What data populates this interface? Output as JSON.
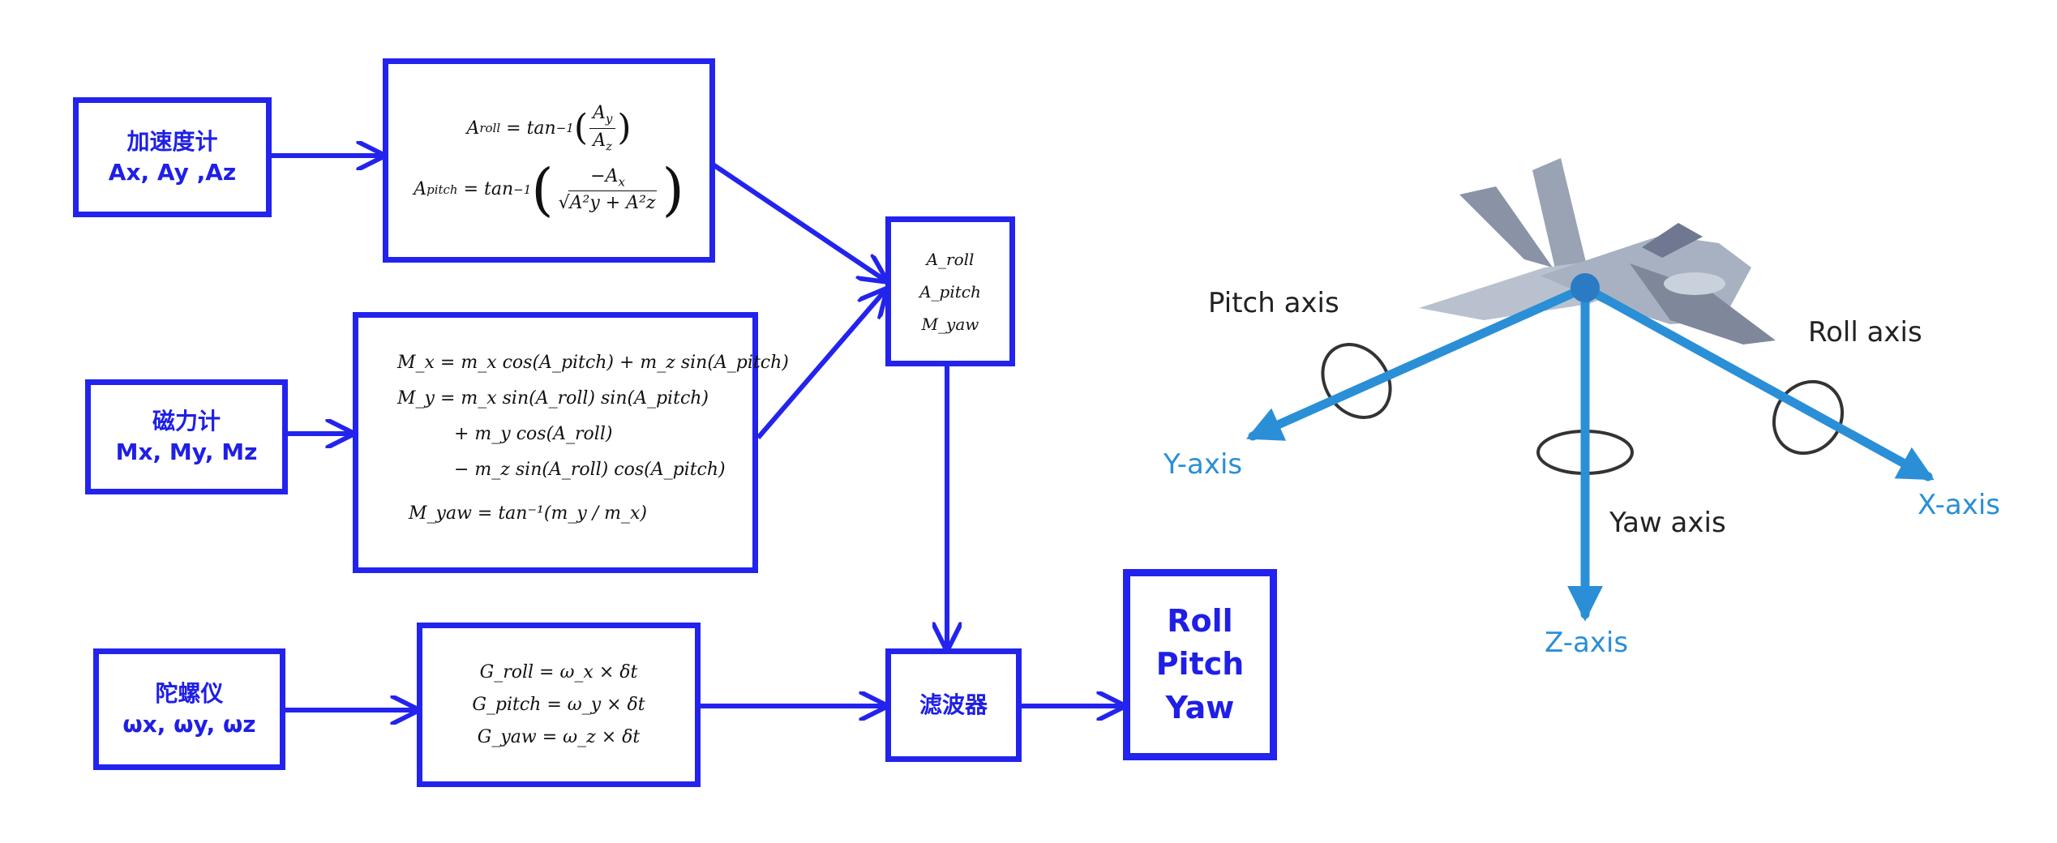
{
  "colors": {
    "diagram_blue": "#2323ee",
    "axis_blue": "#2a8fd6",
    "text_dark": "#222222"
  },
  "sensors": {
    "accelerometer": {
      "title": "加速度计",
      "signals": "Ax, Ay ,Az"
    },
    "magnetometer": {
      "title": "磁力计",
      "signals": "Mx, My, Mz"
    },
    "gyroscope": {
      "title": "陀螺仪",
      "signals": "ωx, ωy, ωz"
    }
  },
  "filter": {
    "label": "滤波器"
  },
  "output": {
    "line1": "Roll",
    "line2": "Pitch",
    "line3": "Yaw"
  },
  "equations": {
    "acc_roll_lhs": "A",
    "acc_roll_lhs_sub": "roll",
    "acc_pitch_lhs": "A",
    "acc_pitch_lhs_sub": "pitch",
    "atan": "tan",
    "atan_sup": "−1",
    "acc_roll_num": "A",
    "acc_roll_num_sub": "y",
    "acc_roll_den": "A",
    "acc_roll_den_sub": "z",
    "acc_pitch_num": "−A",
    "acc_pitch_num_sub": "x",
    "acc_pitch_den": "A²y + A²z",
    "mag_x": "M_x = m_x cos(A_pitch) + m_z sin(A_pitch)",
    "mag_y1": "M_y = m_x sin(A_roll) sin(A_pitch)",
    "mag_y2": "+ m_y cos(A_roll)",
    "mag_y3": "− m_z sin(A_roll) cos(A_pitch)",
    "mag_yaw": "M_yaw = tan⁻¹(m_y / m_x)",
    "gyro_roll": "G_roll = ω_x × δt",
    "gyro_pitch": "G_pitch = ω_y × δt",
    "gyro_yaw": "G_yaw = ω_z × δt",
    "combined": [
      "A_roll",
      "A_pitch",
      "M_yaw"
    ]
  },
  "aircraft": {
    "icon": "fighter-jet-icon",
    "pitch_axis": "Pitch axis",
    "roll_axis": "Roll axis",
    "yaw_axis": "Yaw axis",
    "y_axis": "Y-axis",
    "x_axis": "X-axis",
    "z_axis": "Z-axis"
  }
}
